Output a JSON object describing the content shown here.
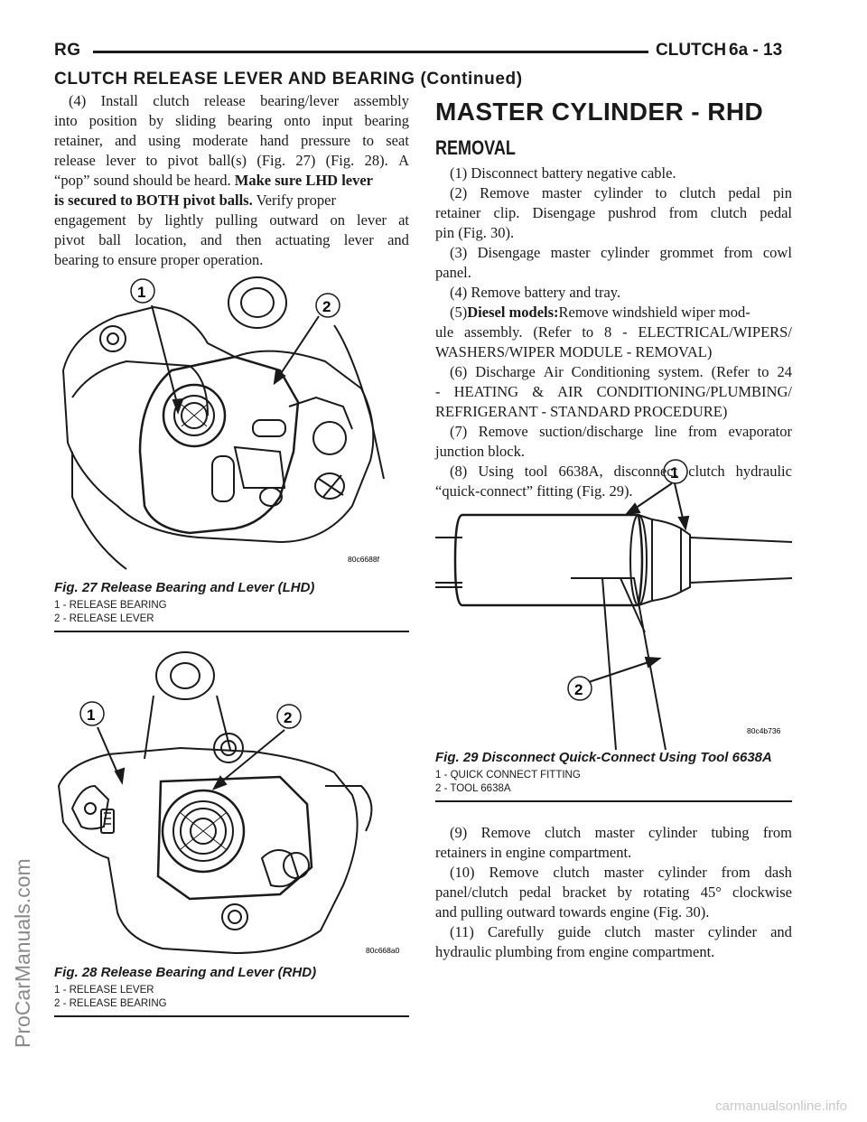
{
  "header": {
    "left": "RG",
    "center": "CLUTCH",
    "page": "6a - 13"
  },
  "section_title": "CLUTCH RELEASE LEVER AND BEARING (Continued)",
  "left_column": {
    "step4": {
      "l1": "(4) Install clutch release bearing/lever assembly",
      "l2": "into position by sliding bearing onto input bearing",
      "l3": "retainer, and using moderate hand pressure to seat",
      "l4": "release lever to pivot ball(s) (Fig. 27) (Fig. 28). A",
      "l5_normal": "“pop” sound should be heard.",
      "l5_bold": "Make sure LHD lever",
      "l6_bold": "is secured to BOTH pivot balls.",
      "l6_normal": "Verify proper",
      "l7": "engagement by lightly pulling outward on lever at",
      "l8": "pivot ball location, and then actuating lever and",
      "l9": "bearing to ensure proper operation."
    }
  },
  "figures": {
    "fig27": {
      "title": "Fig. 27 Release Bearing and Lever (LHD)",
      "items": [
        "1 - RELEASE BEARING",
        "2 - RELEASE LEVER"
      ],
      "code": "80c6688f",
      "callouts": [
        "1",
        "2"
      ]
    },
    "fig28": {
      "title": "Fig. 28 Release Bearing and Lever (RHD)",
      "items": [
        "1 - RELEASE LEVER",
        "2 - RELEASE BEARING"
      ],
      "code": "80c668a0",
      "callouts": [
        "1",
        "2"
      ]
    },
    "fig29": {
      "title": "Fig. 29 Disconnect Quick-Connect Using Tool 6638A",
      "items": [
        "1 - QUICK CONNECT FITTING",
        "2 - TOOL 6638A"
      ],
      "code": "80c4b736",
      "callouts": [
        "1",
        "2"
      ]
    }
  },
  "right_column": {
    "title": "MASTER CYLINDER - RHD",
    "subtitle": "REMOVAL",
    "s1": "(1) Disconnect battery negative cable.",
    "s2_l1": "(2) Remove master cylinder to clutch pedal pin",
    "s2_l2": "retainer clip. Disengage pushrod from clutch pedal",
    "s2_l3": "pin (Fig. 30).",
    "s3_l1": "(3) Disengage master cylinder grommet from cowl",
    "s3_l2": "panel.",
    "s4": "(4) Remove battery and tray.",
    "s5_prefix": "(5)",
    "s5_bold": "Diesel models:",
    "s5_l1_rest": "Remove windshield wiper mod-",
    "s5_l2": "ule assembly. (Refer to 8 - ELECTRICAL/WIPERS/",
    "s5_l3": "WASHERS/WIPER MODULE - REMOVAL)",
    "s6_l1": "(6) Discharge Air Conditioning system. (Refer to 24",
    "s6_l2": "- HEATING & AIR CONDITIONING/PLUMBING/",
    "s6_l3": "REFRIGERANT - STANDARD PROCEDURE)",
    "s7_l1": "(7) Remove suction/discharge line from evaporator",
    "s7_l2": "junction block.",
    "s8_l1": "(8) Using tool 6638A, disconnect clutch hydraulic",
    "s8_l2": "“quick-connect” fitting (Fig. 29).",
    "s9_l1": "(9) Remove clutch master cylinder tubing from",
    "s9_l2": "retainers in engine compartment.",
    "s10_l1": "(10) Remove clutch master cylinder from dash",
    "s10_l2": "panel/clutch pedal bracket by rotating 45° clockwise",
    "s10_l3": "and pulling outward towards engine (Fig. 30).",
    "s11_l1": "(11) Carefully guide clutch master cylinder and",
    "s11_l2": "hydraulic plumbing from engine compartment."
  },
  "watermark": "ProCarManuals.com",
  "bottom_brand": "carmanualsonline.info"
}
